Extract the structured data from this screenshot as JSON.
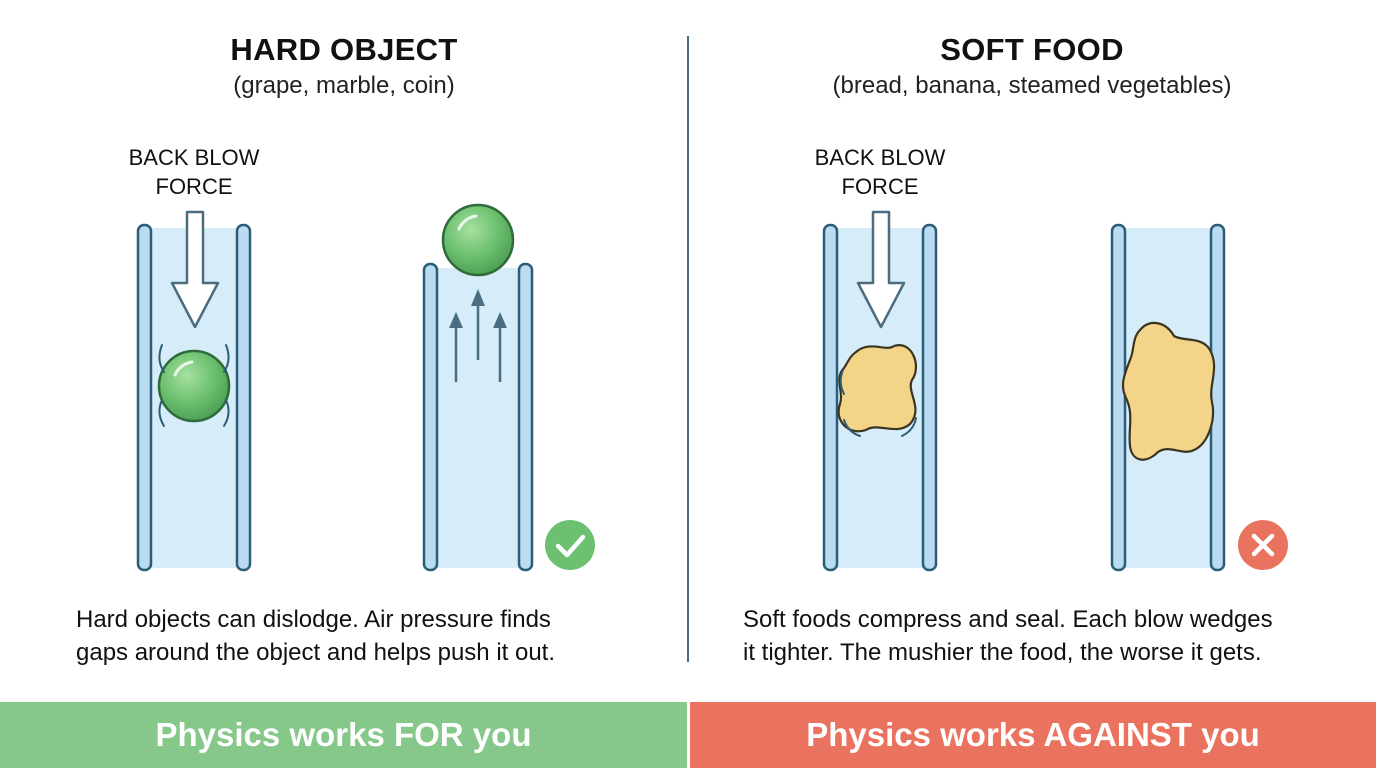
{
  "left": {
    "title": "HARD OBJECT",
    "subtitle": "(grape, marble, coin)",
    "force_label_line1": "BACK BLOW",
    "force_label_line2": "FORCE",
    "caption_line1": "Hard objects can dislodge. Air pressure finds",
    "caption_line2": "gaps around the object and helps push it out.",
    "result_icon": "check-icon",
    "banner": "Physics works FOR you"
  },
  "right": {
    "title": "SOFT FOOD",
    "subtitle": "(bread, banana, steamed vegetables)",
    "force_label_line1": "BACK BLOW",
    "force_label_line2": "FORCE",
    "caption_line1": "Soft foods compress and seal. Each blow wedges",
    "caption_line2": "it tighter. The mushier the food, the worse it gets.",
    "result_icon": "x-icon",
    "banner": "Physics works AGAINST you"
  },
  "colors": {
    "good": "#86c88a",
    "bad": "#e9735e",
    "airway": "#d6ecf9",
    "airway_wall": "#b9dcf3",
    "wall_stroke": "#2d5c78",
    "marble": "#6cc06f",
    "soft_food": "#f3d489"
  }
}
